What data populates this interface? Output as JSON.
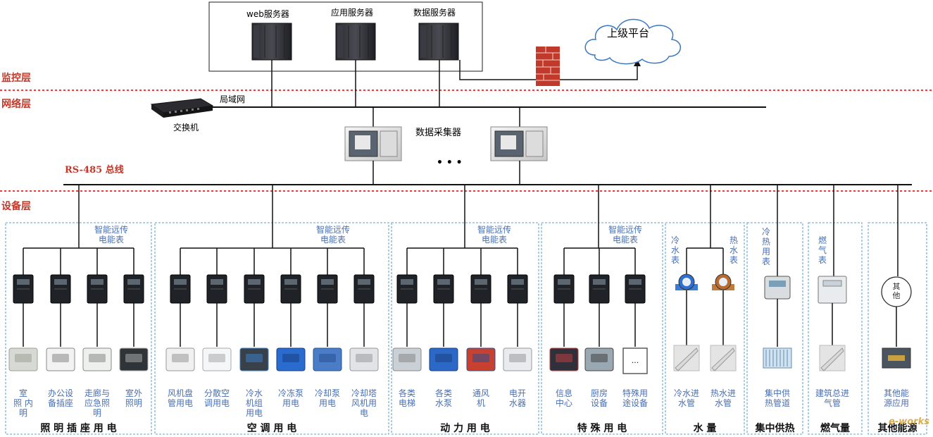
{
  "layers": {
    "monitor": "监控层",
    "network": "网络层",
    "bus": "RS-485 总线",
    "device": "设备层"
  },
  "servers": {
    "web": "web服务器",
    "app": "应用服务器",
    "data": "数据服务器"
  },
  "cloud_label": "上级平台",
  "lan_label": "局域网",
  "switch_label": "交换机",
  "collector_label": "数据采集器",
  "ellipsis": "• • •",
  "groups": [
    {
      "title": "照 明 插 座 用 电",
      "meter_label": "智能远传\n电能表",
      "items": [
        "室\n照 内\n明",
        "办公设\n备插座",
        "走廊与\n应急照\n明",
        "室外\n照明"
      ]
    },
    {
      "title": "空 调 用 电",
      "meter_label": "智能远传\n电能表",
      "items": [
        "风机盘\n管用电",
        "分散空\n调用电",
        "冷水\n机组\n用电",
        "冷冻泵\n用电",
        "冷却泵\n用电",
        "冷却塔\n风机用\n电"
      ]
    },
    {
      "title": "动 力 用 电",
      "meter_label": "智能远传\n电能表",
      "items": [
        "各类\n电梯",
        "各类\n水泵",
        "通风\n机",
        "电开\n水器"
      ]
    },
    {
      "title": "特 殊 用 电",
      "meter_label": "智能远传\n电能表",
      "items": [
        "信息\n中心",
        "厨房\n设备",
        "特殊用\n途设备"
      ]
    },
    {
      "title": "水  量",
      "meter_label_left": "冷\n水\n表",
      "meter_label_right": "热\n水\n表",
      "items": [
        "冷水进\n水管",
        "热水进\n水管"
      ]
    },
    {
      "title": "集中供热",
      "meter_label": "冷\n热\n用\n表",
      "items": [
        "集中供\n热管道"
      ]
    },
    {
      "title": "燃气量",
      "meter_label": "燃\n气\n表",
      "items": [
        "建筑总进\n气管"
      ]
    },
    {
      "title": "其他能源",
      "meter_label": "其\n他",
      "items": [
        "其他能\n源应用"
      ]
    }
  ],
  "special_box": "...",
  "watermark": "e-works",
  "colors": {
    "dotted_line": "#e04040",
    "layer_text": "#c0392b",
    "box_border": "#7fb3d5",
    "label_blue": "#4a6fb0"
  }
}
